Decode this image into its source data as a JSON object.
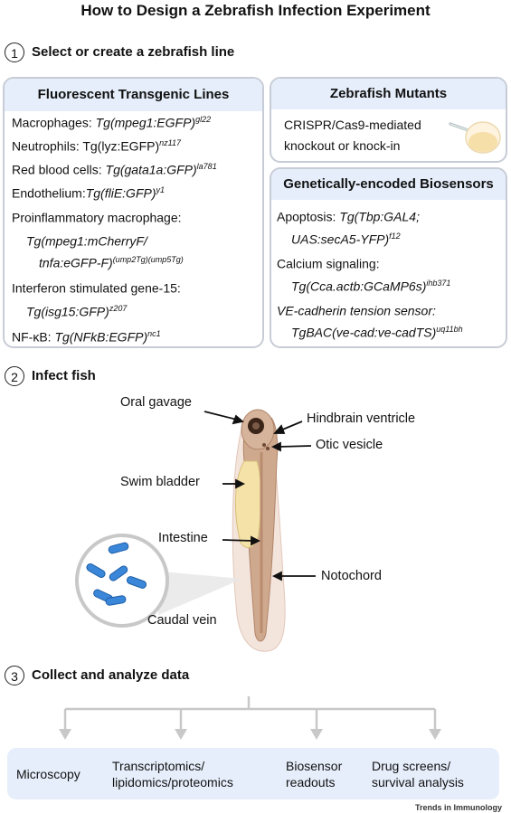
{
  "title": "How to Design a Zebrafish Infection Experiment",
  "steps": [
    {
      "number": "1",
      "title": "Select or create a zebrafish line"
    },
    {
      "number": "2",
      "title": "Infect fish"
    },
    {
      "number": "3",
      "title": "Collect and analyze data"
    }
  ],
  "transgenic": {
    "header": "Fluorescent Transgenic Lines",
    "rows": [
      {
        "label": "Macrophages: ",
        "line": "Tg(mpeg1:EGFP)",
        "allele": "gl22"
      },
      {
        "label": "Neutrophils: Tg(lyz:EGFP)",
        "line": "",
        "allele": "nz117"
      },
      {
        "label": "Red blood cells: ",
        "line": "Tg(gata1a:GFP)",
        "allele": "la781"
      },
      {
        "label": "Endothelium:",
        "line": "Tg(fliE:GFP)",
        "allele": "y1"
      },
      {
        "label": "Proinflammatory macrophage:",
        "line": "",
        "allele": ""
      },
      {
        "label": "",
        "line": "Tg(mpeg1:mCherryF/",
        "allele": ""
      },
      {
        "label": "",
        "line": "tnfa:eGFP-F)",
        "allele": "(ump2Tg)(ump5Tg)"
      },
      {
        "label": "Interferon stimulated gene-15:",
        "line": "",
        "allele": ""
      },
      {
        "label": "",
        "line": "Tg(isg15:GFP)",
        "allele": "z207"
      },
      {
        "label": "NF-κB: ",
        "line": "Tg(NFkB:EGFP)",
        "allele": "nc1"
      }
    ]
  },
  "mutants": {
    "header": "Zebrafish Mutants",
    "lines": [
      "CRISPR/Cas9-mediated",
      "knockout or knock-in"
    ]
  },
  "biosensors": {
    "header": "Genetically-encoded Biosensors",
    "rows": [
      {
        "label": "Apoptosis: ",
        "line": "Tg(Tbp:GAL4;",
        "allele": ""
      },
      {
        "label": "",
        "line": "UAS:secA5-YFP)",
        "allele": "f12"
      },
      {
        "label": "Calcium signaling:",
        "line": "",
        "allele": ""
      },
      {
        "label": "",
        "line": "Tg(Cca.actb:GCaMP6s)",
        "allele": "ihb371"
      },
      {
        "label": "",
        "line": "VE-cadherin tension sensor:",
        "allele": ""
      },
      {
        "label": "",
        "line": "TgBAC(ve-cad:ve-cadTS)",
        "allele": "uq11bh"
      }
    ]
  },
  "anatomy": {
    "oral_gavage": "Oral gavage",
    "hindbrain": "Hindbrain ventricle",
    "otic": "Otic vesicle",
    "swim_bladder": "Swim bladder",
    "intestine": "Intestine",
    "notochord": "Notochord",
    "caudal_vein": "Caudal vein"
  },
  "outputs": [
    [
      "Microscopy"
    ],
    [
      "Transcriptomics/",
      "lipidomics/proteomics"
    ],
    [
      "Biosensor",
      "readouts"
    ],
    [
      "Drug screens/",
      "survival analysis"
    ]
  ],
  "footer": "Trends in Immunology",
  "colors": {
    "box_border": "#c7ccd6",
    "box_header": "#e6eefb",
    "fish_body": "#c9a58a",
    "yolk": "#f3e4b0",
    "bacteria": "#3a86d8"
  }
}
